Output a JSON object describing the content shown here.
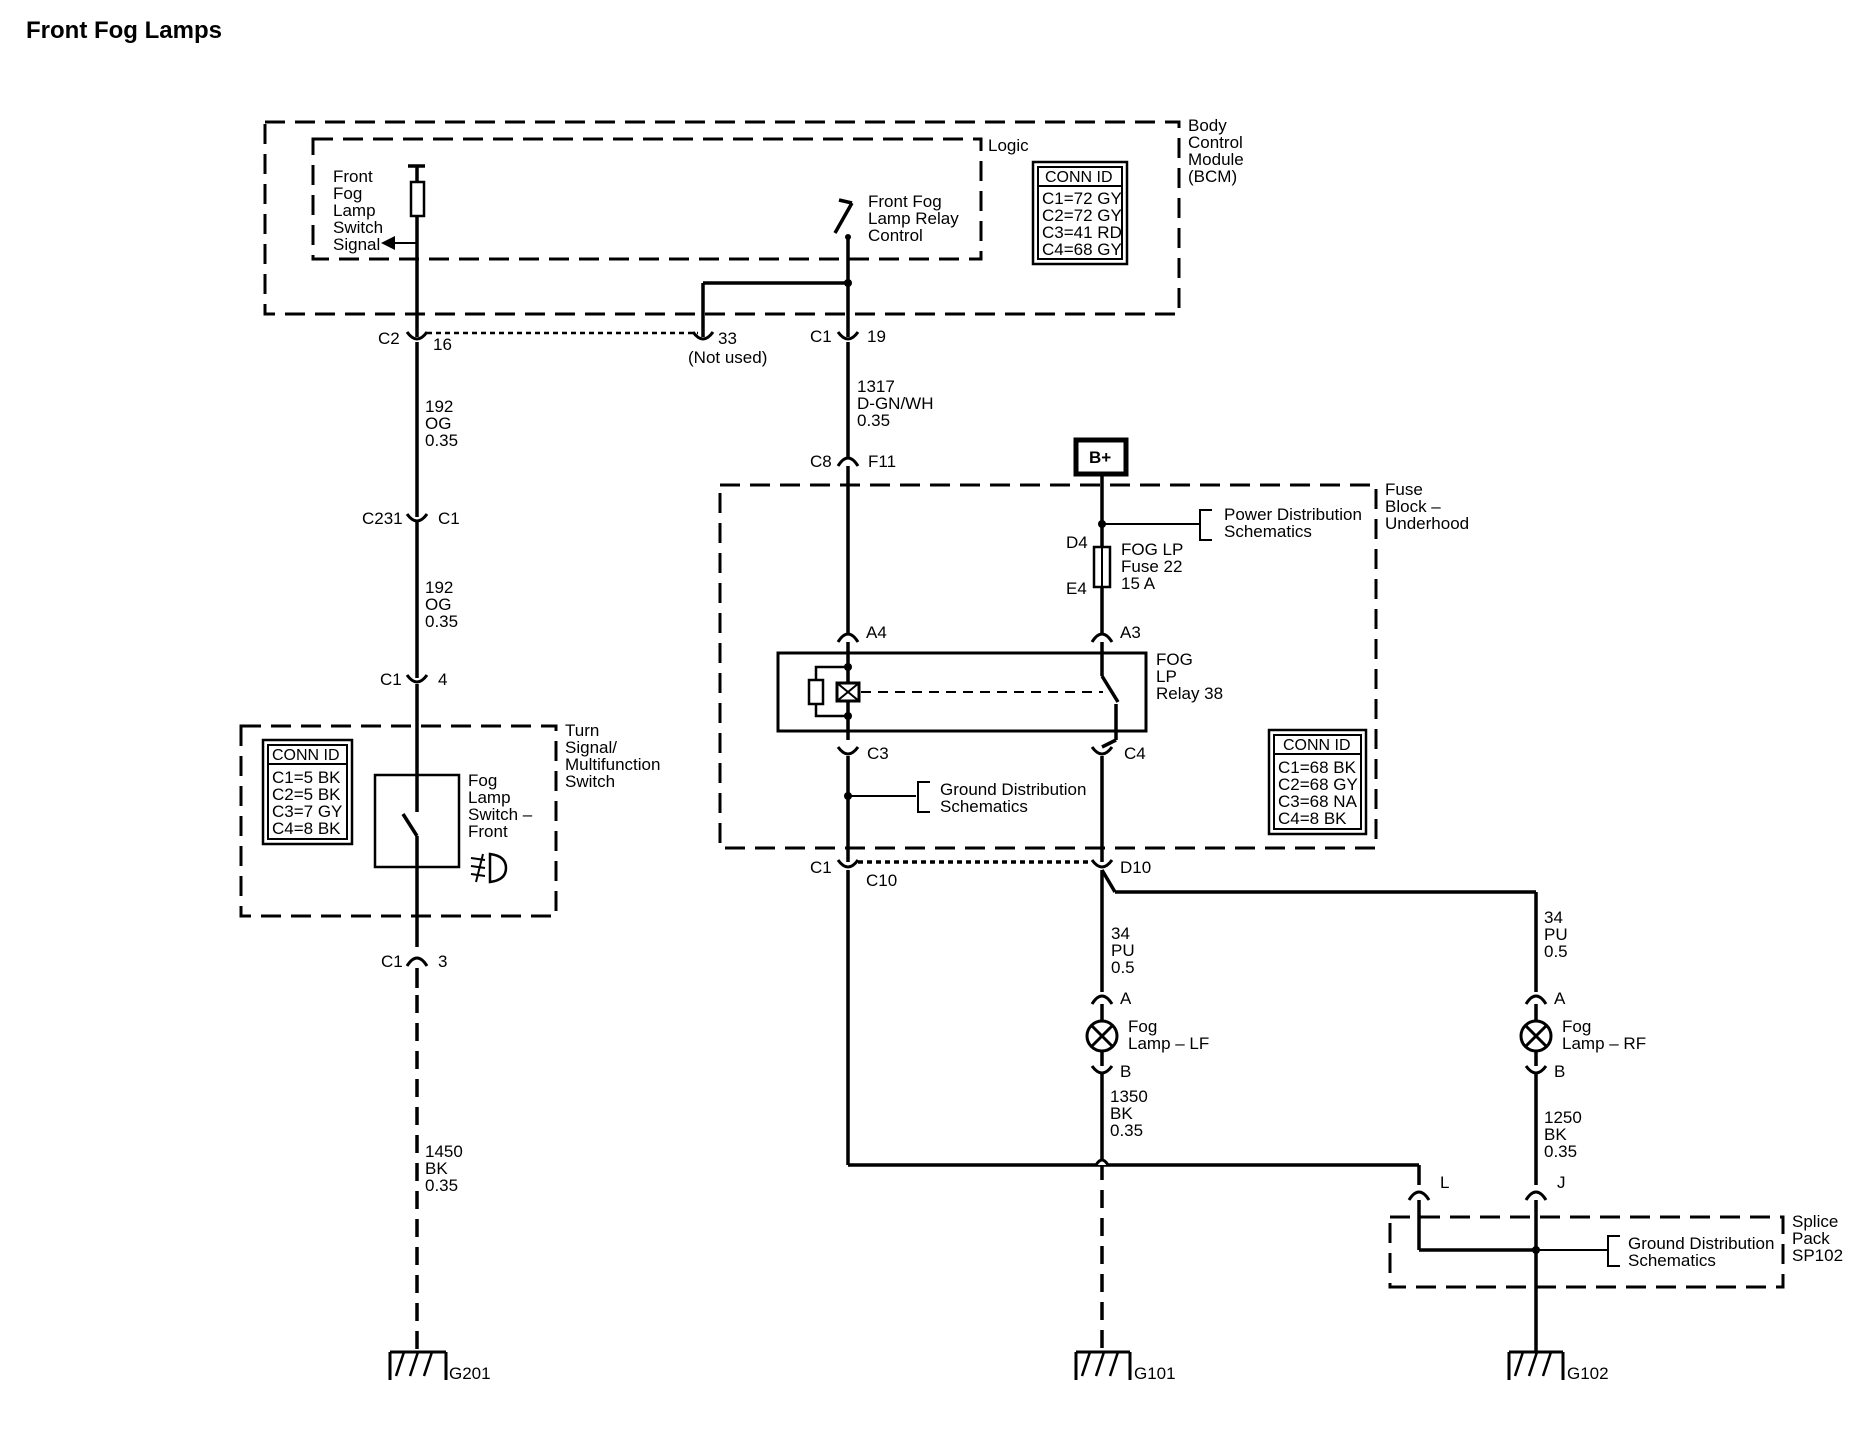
{
  "title": "Front Fog Lamps",
  "bcm": {
    "label": [
      "Body",
      "Control",
      "Module",
      "(BCM)"
    ],
    "logic_label": "Logic",
    "switch_signal": [
      "Front",
      "Fog",
      "Lamp",
      "Switch",
      "Signal"
    ],
    "relay_control": [
      "Front Fog",
      "Lamp Relay",
      "Control"
    ],
    "conn_title": "CONN ID",
    "conn": [
      "C1=72 GY",
      "C2=72 GY",
      "C3=41 RD",
      "C4=68 GY"
    ]
  },
  "connectors": {
    "c2_16": {
      "a": "C2",
      "b": "16"
    },
    "pin33": {
      "a": "33",
      "b": "(Not used)"
    },
    "c1_19": {
      "a": "C1",
      "b": "19"
    },
    "c8_f11": {
      "a": "C8",
      "b": "F11"
    },
    "c231_c1": {
      "a": "C231",
      "b": "C1"
    },
    "c1_4": {
      "a": "C1",
      "b": "4"
    },
    "c1_3": {
      "a": "C1",
      "b": "3"
    },
    "a4": "A4",
    "a3": "A3",
    "c3": "C3",
    "c4": "C4",
    "c1_c10": {
      "a": "C1",
      "b": "C10"
    },
    "d10": "D10",
    "lf_a": "A",
    "lf_b": "B",
    "rf_a": "A",
    "rf_b": "B",
    "l": "L",
    "j": "J"
  },
  "wires": {
    "w192_top": [
      "192",
      "OG",
      "0.35"
    ],
    "w192_mid": [
      "192",
      "OG",
      "0.35"
    ],
    "w1317": [
      "1317",
      "D-GN/WH",
      "0.35"
    ],
    "w1450": [
      "1450",
      "BK",
      "0.35"
    ],
    "w34_lf": [
      "34",
      "PU",
      "0.5"
    ],
    "w34_rf": [
      "34",
      "PU",
      "0.5"
    ],
    "w1350": [
      "1350",
      "BK",
      "0.35"
    ],
    "w1250": [
      "1250",
      "BK",
      "0.35"
    ]
  },
  "battery": "B+",
  "fuse_block": {
    "label": [
      "Fuse",
      "Block –",
      "Underhood"
    ],
    "power_dist": [
      "Power Distribution",
      "Schematics"
    ],
    "fuse_d4": "D4",
    "fuse_e4": "E4",
    "fuse_label": [
      "FOG LP",
      "Fuse 22",
      "15 A"
    ],
    "relay_label": [
      "FOG",
      "LP",
      "Relay 38"
    ],
    "ground_dist": [
      "Ground Distribution",
      "Schematics"
    ],
    "conn_title": "CONN ID",
    "conn": [
      "C1=68 BK",
      "C2=68 GY",
      "C3=68 NA",
      "C4=8 BK"
    ]
  },
  "turn_switch": {
    "label": [
      "Turn",
      "Signal/",
      "Multifunction",
      "Switch"
    ],
    "switch_label": [
      "Fog",
      "Lamp",
      "Switch –",
      "Front"
    ],
    "conn_title": "CONN ID",
    "conn": [
      "C1=5 BK",
      "C2=5 BK",
      "C3=7 GY",
      "C4=8 BK"
    ]
  },
  "lamps": {
    "lf": [
      "Fog",
      "Lamp – LF"
    ],
    "rf": [
      "Fog",
      "Lamp – RF"
    ]
  },
  "splice_pack": {
    "label": [
      "Splice",
      "Pack",
      "SP102"
    ],
    "ground_dist": [
      "Ground Distribution",
      "Schematics"
    ]
  },
  "grounds": {
    "g201": "G201",
    "g101": "G101",
    "g102": "G102"
  }
}
